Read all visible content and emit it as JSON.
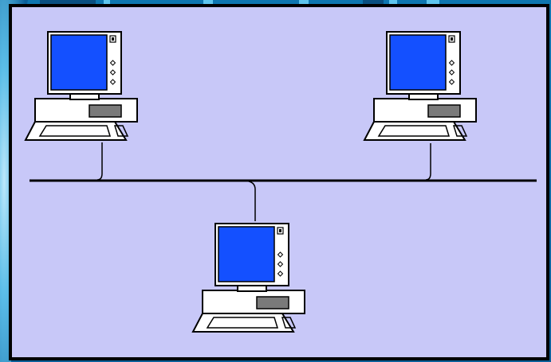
{
  "diagram": {
    "type": "bus-network-topology",
    "computers": [
      {
        "id": "computer-top-left",
        "icon": "desktop-computer-icon"
      },
      {
        "id": "computer-top-right",
        "icon": "desktop-computer-icon"
      },
      {
        "id": "computer-bottom-center",
        "icon": "desktop-computer-icon"
      }
    ],
    "bus_cable": {
      "icon": "network-bus-cable"
    }
  },
  "colors": {
    "panel_background": "#c8c8f8",
    "panel_border": "#000000",
    "outer_background": "#0b6ea6",
    "outer_glow": "#7cd0f4",
    "monitor_screen": "#1450ff",
    "monitor_casing": "#ffffff",
    "line": "#000000",
    "drive_slot": "#7a7a7a"
  }
}
